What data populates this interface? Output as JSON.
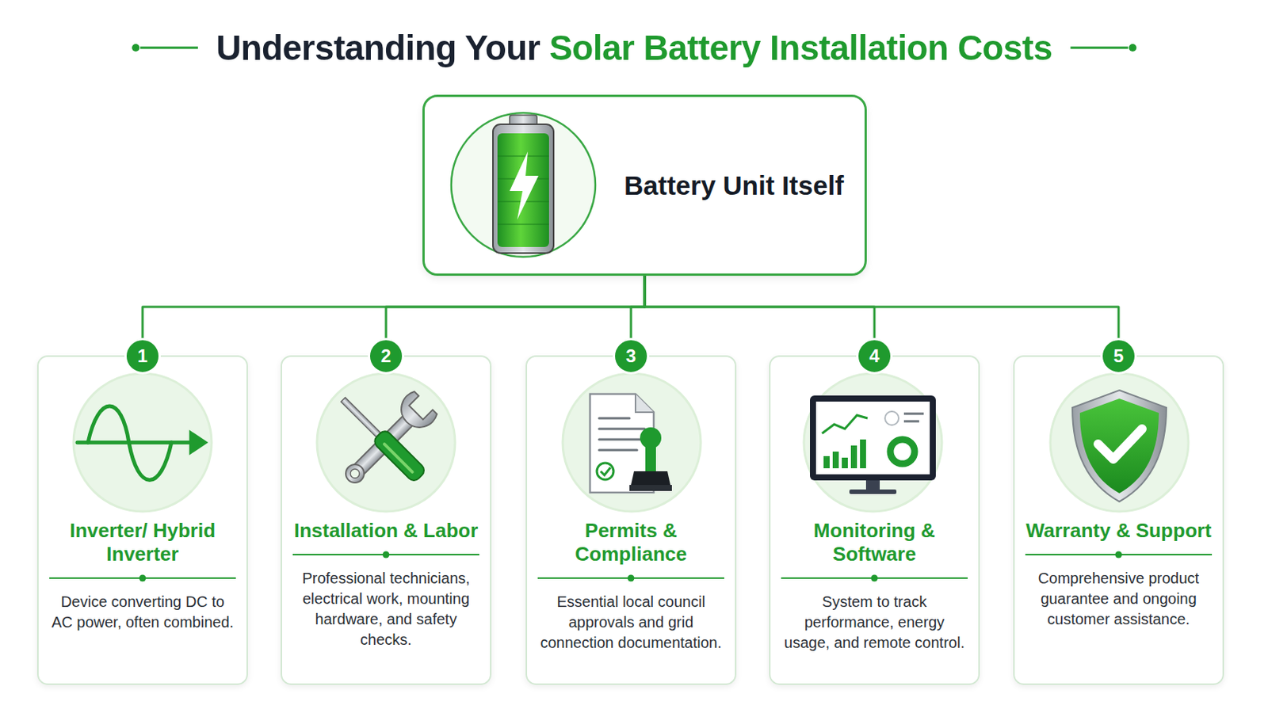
{
  "diagram": {
    "title": "Understanding Your Solar Battery Installation Costs",
    "nodes": [
      {
        "text": [
          "Battery Unit Itself"
        ]
      },
      {
        "text": [
          "Inverter/ Hybrid Inverter",
          "Device converting DC to AC power, often combined."
        ]
      },
      {
        "text": [
          "Installation & Labor",
          "Professional technicians, electrical work, mounting hardware, and safety checks."
        ]
      },
      {
        "text": [
          "Permits & Compliance",
          "Essential local council approvals and grid connection documentation."
        ]
      },
      {
        "text": [
          "Monitoring & Software",
          "System to track performance, energy usage, and remote control."
        ]
      },
      {
        "text": [
          "Warranty & Support",
          "Comprehensive product guarantee and ongoing customer assistance."
        ]
      }
    ],
    "edges": [
      {
        "from": 0,
        "to": 1,
        "arrow": "none"
      },
      {
        "from": 0,
        "to": 2,
        "arrow": "none"
      },
      {
        "from": 0,
        "to": 3,
        "arrow": "none"
      },
      {
        "from": 0,
        "to": 4,
        "arrow": "none"
      },
      {
        "from": 0,
        "to": 5,
        "arrow": "none"
      }
    ],
    "labels": [
      "1",
      "2",
      "3",
      "4",
      "5"
    ]
  }
}
